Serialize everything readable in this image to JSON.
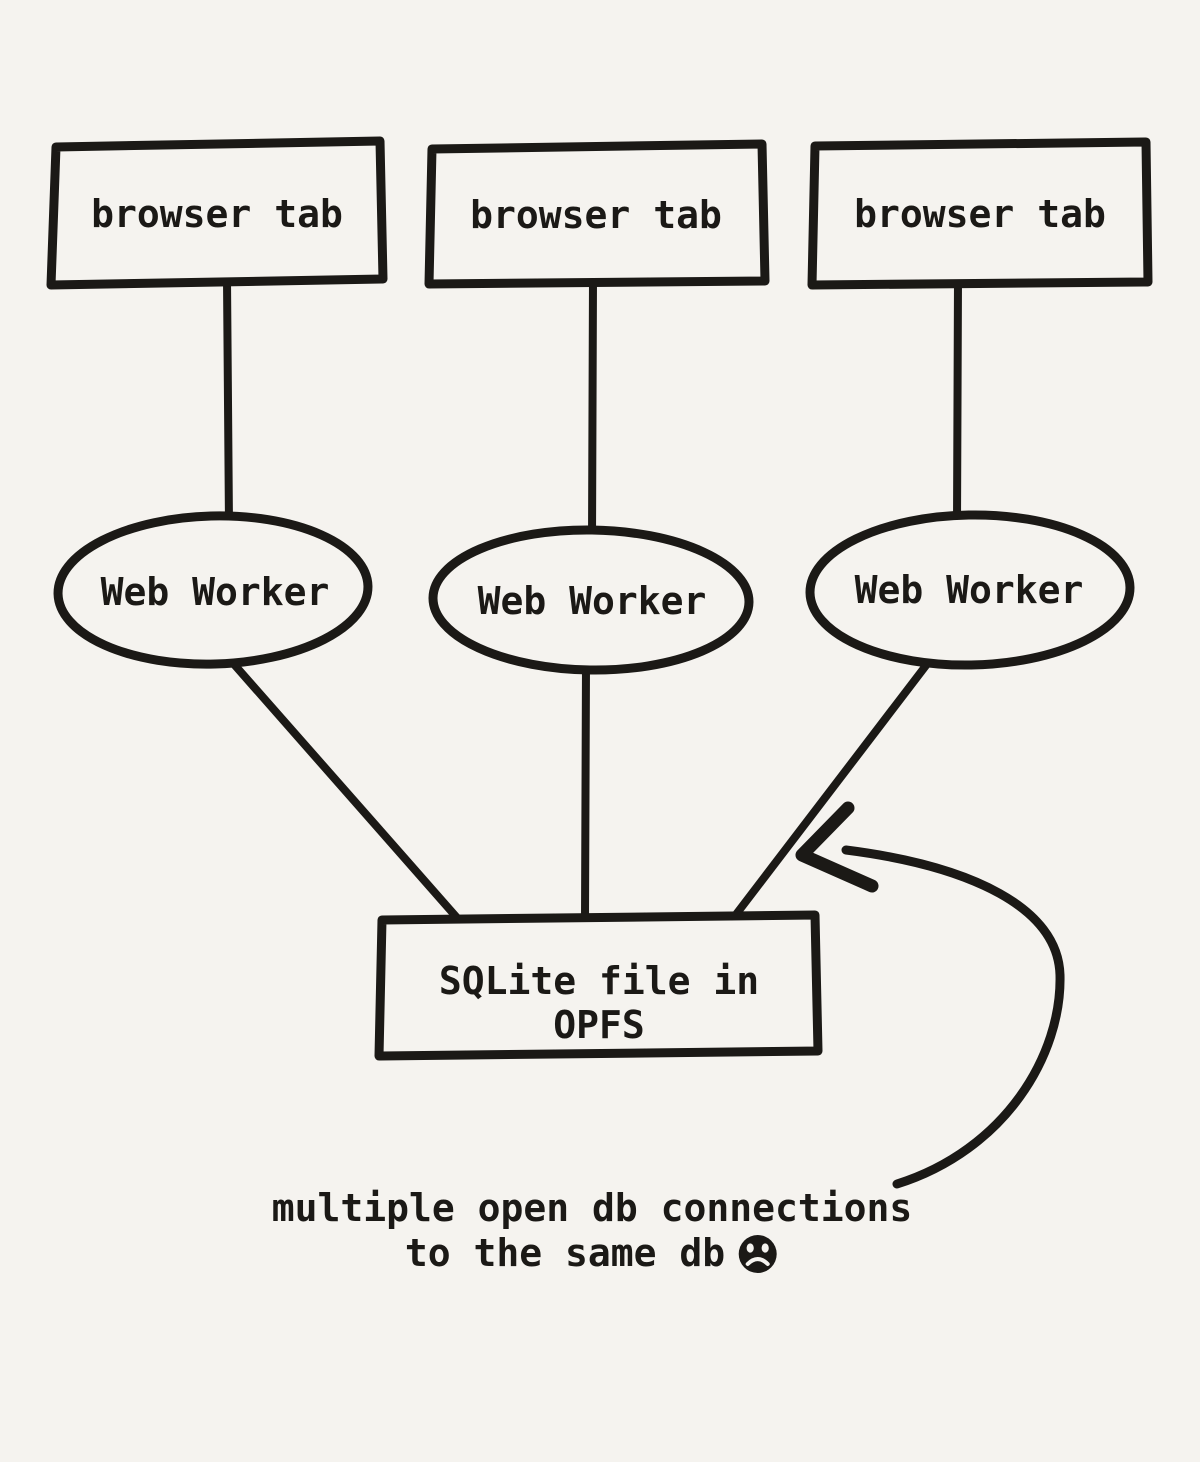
{
  "diagram": {
    "colors": {
      "background": "#f5f3ef",
      "ink": "#1b1916"
    },
    "tabs": [
      {
        "label": "browser tab"
      },
      {
        "label": "browser tab"
      },
      {
        "label": "browser tab"
      }
    ],
    "workers": [
      {
        "label": "Web Worker"
      },
      {
        "label": "Web Worker"
      },
      {
        "label": "Web Worker"
      }
    ],
    "database": {
      "line1": "SQLite file in",
      "line2": "OPFS"
    },
    "annotation": {
      "line1": "multiple open db connections",
      "line2": "to the same db",
      "emoji": "frowning-face"
    }
  }
}
